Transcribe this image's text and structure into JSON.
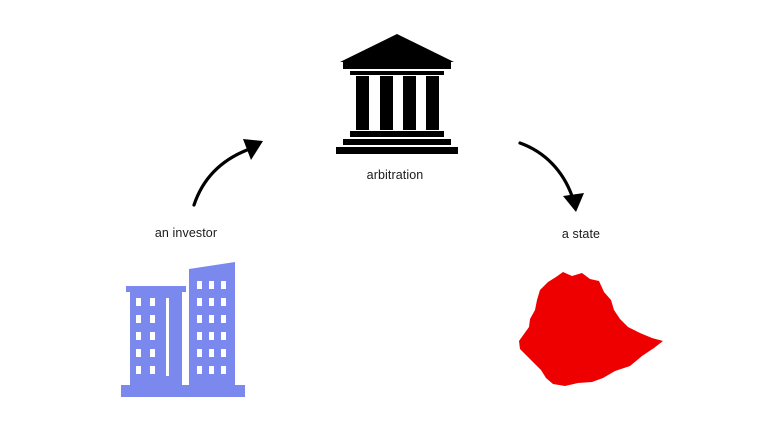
{
  "labels": {
    "arbitration": "arbitration",
    "investor": "an investor",
    "state": "a state"
  },
  "colors": {
    "courthouse": "#000000",
    "building": "#7b89ee",
    "state_map": "#ee0000",
    "arrow": "#000000"
  },
  "icons": {
    "arbitration": "courthouse-icon",
    "investor": "office-building-icon",
    "state": "country-map-icon"
  }
}
